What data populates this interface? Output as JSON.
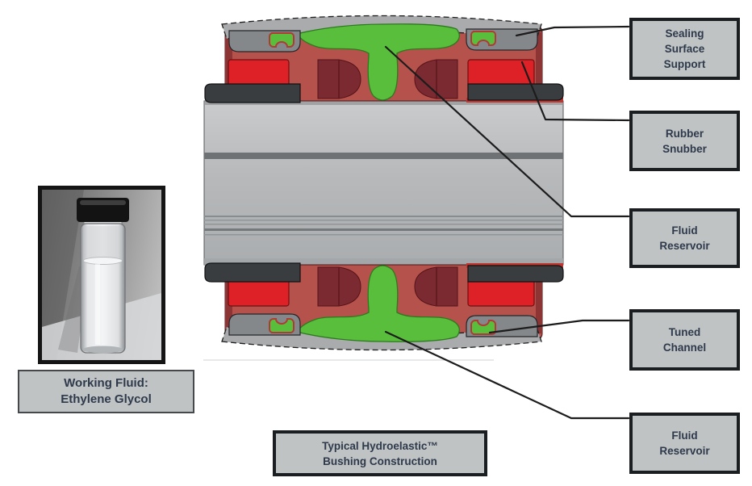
{
  "caption": {
    "lines": [
      "Typical Hydroelastic™",
      "Bushing Construction"
    ]
  },
  "working_fluid": {
    "lines": [
      "Working Fluid:",
      "Ethylene Glycol"
    ]
  },
  "callouts": [
    {
      "id": "sealing-surface-support",
      "lines": [
        "Sealing",
        "Surface",
        "Support"
      ]
    },
    {
      "id": "rubber-snubber",
      "lines": [
        "Rubber",
        "Snubber"
      ]
    },
    {
      "id": "fluid-reservoir-upper",
      "lines": [
        "Fluid",
        "Reservoir"
      ]
    },
    {
      "id": "tuned-channel",
      "lines": [
        "Tuned",
        "Channel"
      ]
    },
    {
      "id": "fluid-reservoir-lower",
      "lines": [
        "Fluid",
        "Reservoir"
      ]
    }
  ],
  "colors": {
    "fluid_green": "#58be3b",
    "fluid_green_edge": "#2c7a1e",
    "rubber_red": "#b5524c",
    "rubber_red_dark": "#8d3434",
    "snubber_red": "#de2027",
    "cavity_maroon": "#7c2a32",
    "support_gray": "#85888b",
    "sleeve_dark": "#3a3d40",
    "band_gray": "#a9abad",
    "shaft_gray": "#b9bbbd",
    "label_fill": "#c0c3c4",
    "label_border": "#1b1e20",
    "label_text": "#2e3a4b",
    "leader_line": "#1c1c1c"
  }
}
